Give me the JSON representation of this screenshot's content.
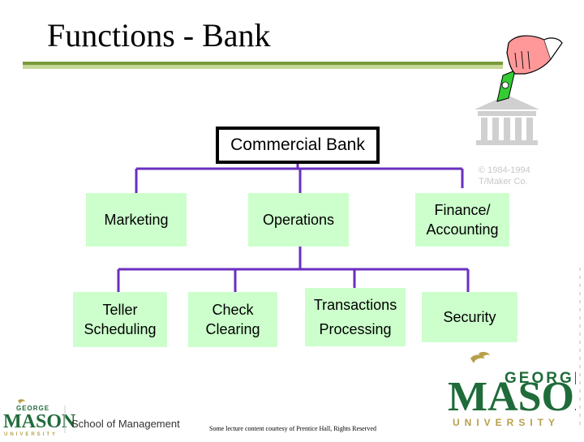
{
  "slide": {
    "title": "Functions - Bank",
    "copyright_lines": [
      "© 1984-1994",
      "T/Maker Co."
    ],
    "footer_note": "Some lecture content courtesy of Prentice Hall, Rights Reserved"
  },
  "org_chart": {
    "root": "Commercial Bank",
    "level1": [
      "Marketing",
      "Operations",
      [
        "Finance/",
        "Accounting"
      ]
    ],
    "level2": [
      [
        "Teller",
        "Scheduling"
      ],
      [
        "Check",
        "Clearing"
      ],
      [
        "Transactions",
        "Processing"
      ],
      [
        "Security"
      ]
    ]
  },
  "logos": {
    "small": {
      "top": "GEORGE",
      "main": "MASON",
      "bottom": "UNIVERSITY",
      "school": "School of Management"
    },
    "large": {
      "top": "GEORGE",
      "main": "MASON",
      "bottom": "UNIVERSITY"
    }
  },
  "colors": {
    "connector": "#6b2fbf",
    "box_fill": "#ccffcc",
    "green": "#1f6b3a",
    "gold": "#b8a04a"
  }
}
